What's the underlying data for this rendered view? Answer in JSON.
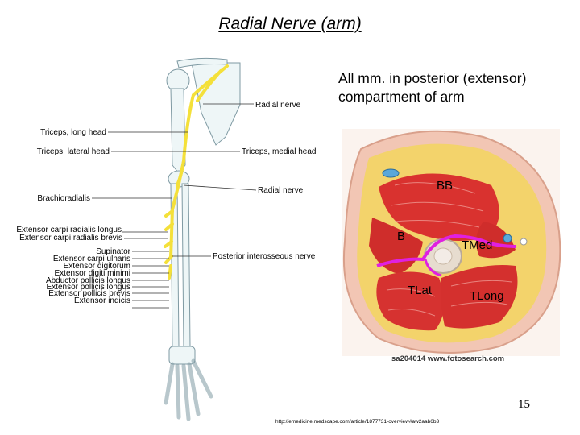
{
  "title": "Radial Nerve (arm)",
  "description": "All mm. in posterior (extensor) compartment of arm",
  "arm_labels": {
    "radial_nerve_top": "Radial nerve",
    "triceps_long_head": "Triceps, long head",
    "triceps_lateral_head": "Triceps, lateral head",
    "triceps_medial_head": "Triceps, medial head",
    "radial_nerve_mid": "Radial nerve",
    "brachioradialis": "Brachioradialis",
    "ecrl": "Extensor carpi radialis longus",
    "ecrb": "Extensor carpi radialis brevis",
    "supinator": "Supinator",
    "ecu": "Extensor carpi ulnaris",
    "ed": "Extensor digitorum",
    "edm": "Extensor digiti minimi",
    "apl": "Abductor pollicis longus",
    "epl": "Extensor pollicis longus",
    "epb": "Extensor pollicis brevis",
    "ei": "Extensor indicis",
    "pin": "Posterior interosseous nerve"
  },
  "cross_section": {
    "bb": "BB",
    "b": "B",
    "tmed": "TMed",
    "tlat": "TLat",
    "tlong": "TLong",
    "watermark": "sa204014 www.fotosearch.com"
  },
  "page_number": "15",
  "source_url": "http://emedicine.medscape.com/article/1877731-overview#aw2aab6b3",
  "colors": {
    "nerve": "#f4e03a",
    "bone": "#eef6f7",
    "muscle": "#d9322f",
    "fat": "#f3d36b",
    "outline": "#e020e0"
  }
}
